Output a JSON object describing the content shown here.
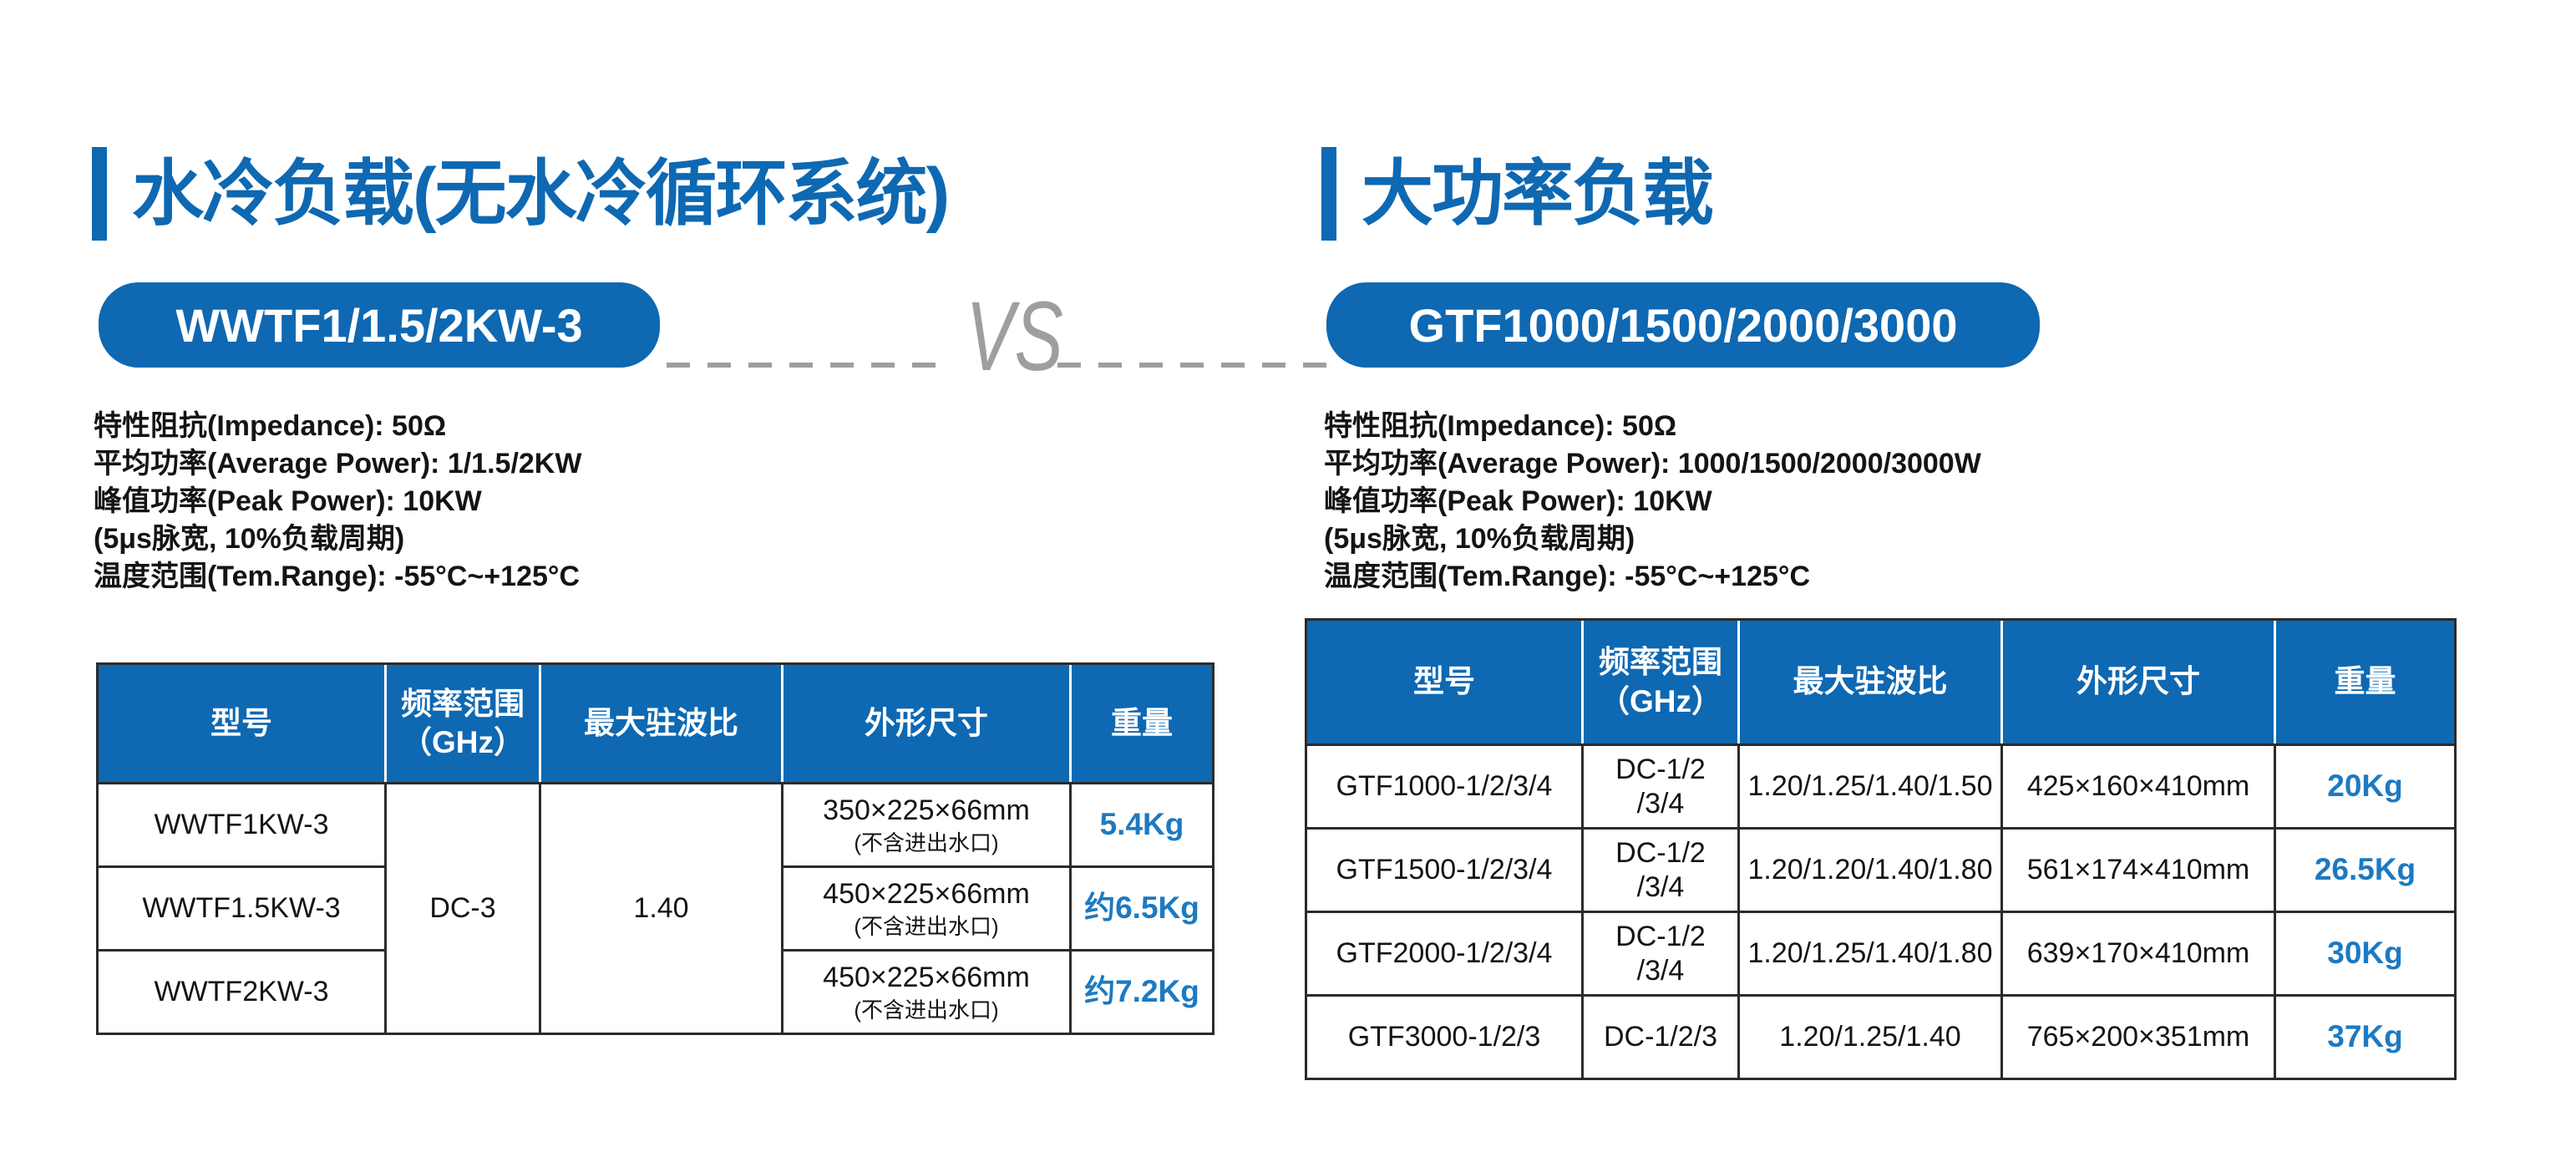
{
  "colors": {
    "accent_blue": "#0e68b2",
    "weight_text_blue": "#1c7ac2",
    "vs_gray": "#9e9e9e",
    "table_border": "#2b2b2b"
  },
  "vs_label": "VS",
  "left_section": {
    "title": "水冷负载(无水冷循环系统)",
    "pill_label": "WWTF1/1.5/2KW-3",
    "specs": [
      "特性阻抗(Impedance): 50Ω",
      "平均功率(Average Power): 1/1.5/2KW",
      "峰值功率(Peak Power): 10KW",
      "(5μs脉宽, 10%负载周期)",
      "温度范围(Tem.Range): -55°C~+125°C"
    ],
    "table": {
      "headers": {
        "model": "型号",
        "freq_line1": "频率范围",
        "freq_line2": "（GHz）",
        "vswr": "最大驻波比",
        "size": "外形尺寸",
        "weight": "重量"
      },
      "merged": {
        "freq": "DC-3",
        "vswr": "1.40"
      },
      "rows": [
        {
          "model": "WWTF1KW-3",
          "size": "350×225×66mm",
          "size_note": "(不含进出水口)",
          "weight": "5.4Kg"
        },
        {
          "model": "WWTF1.5KW-3",
          "size": "450×225×66mm",
          "size_note": "(不含进出水口)",
          "weight": "约6.5Kg"
        },
        {
          "model": "WWTF2KW-3",
          "size": "450×225×66mm",
          "size_note": "(不含进出水口)",
          "weight": "约7.2Kg"
        }
      ]
    }
  },
  "right_section": {
    "title": "大功率负载",
    "pill_label": "GTF1000/1500/2000/3000",
    "specs": [
      "特性阻抗(Impedance): 50Ω",
      "平均功率(Average Power): 1000/1500/2000/3000W",
      "峰值功率(Peak Power): 10KW",
      "(5μs脉宽, 10%负载周期)",
      "温度范围(Tem.Range): -55°C~+125°C"
    ],
    "table": {
      "headers": {
        "model": "型号",
        "freq_line1": "频率范围",
        "freq_line2": "（GHz）",
        "vswr": "最大驻波比",
        "size": "外形尺寸",
        "weight": "重量"
      },
      "rows": [
        {
          "model": "GTF1000-1/2/3/4",
          "freq": "DC-1/2\n/3/4",
          "vswr": "1.20/1.25/1.40/1.50",
          "size": "425×160×410mm",
          "weight": "20Kg"
        },
        {
          "model": "GTF1500-1/2/3/4",
          "freq": "DC-1/2\n/3/4",
          "vswr": "1.20/1.20/1.40/1.80",
          "size": "561×174×410mm",
          "weight": "26.5Kg"
        },
        {
          "model": "GTF2000-1/2/3/4",
          "freq": "DC-1/2\n/3/4",
          "vswr": "1.20/1.25/1.40/1.80",
          "size": "639×170×410mm",
          "weight": "30Kg"
        },
        {
          "model": "GTF3000-1/2/3",
          "freq": "DC-1/2/3",
          "vswr": "1.20/1.25/1.40",
          "size": "765×200×351mm",
          "weight": "37Kg"
        }
      ]
    }
  }
}
